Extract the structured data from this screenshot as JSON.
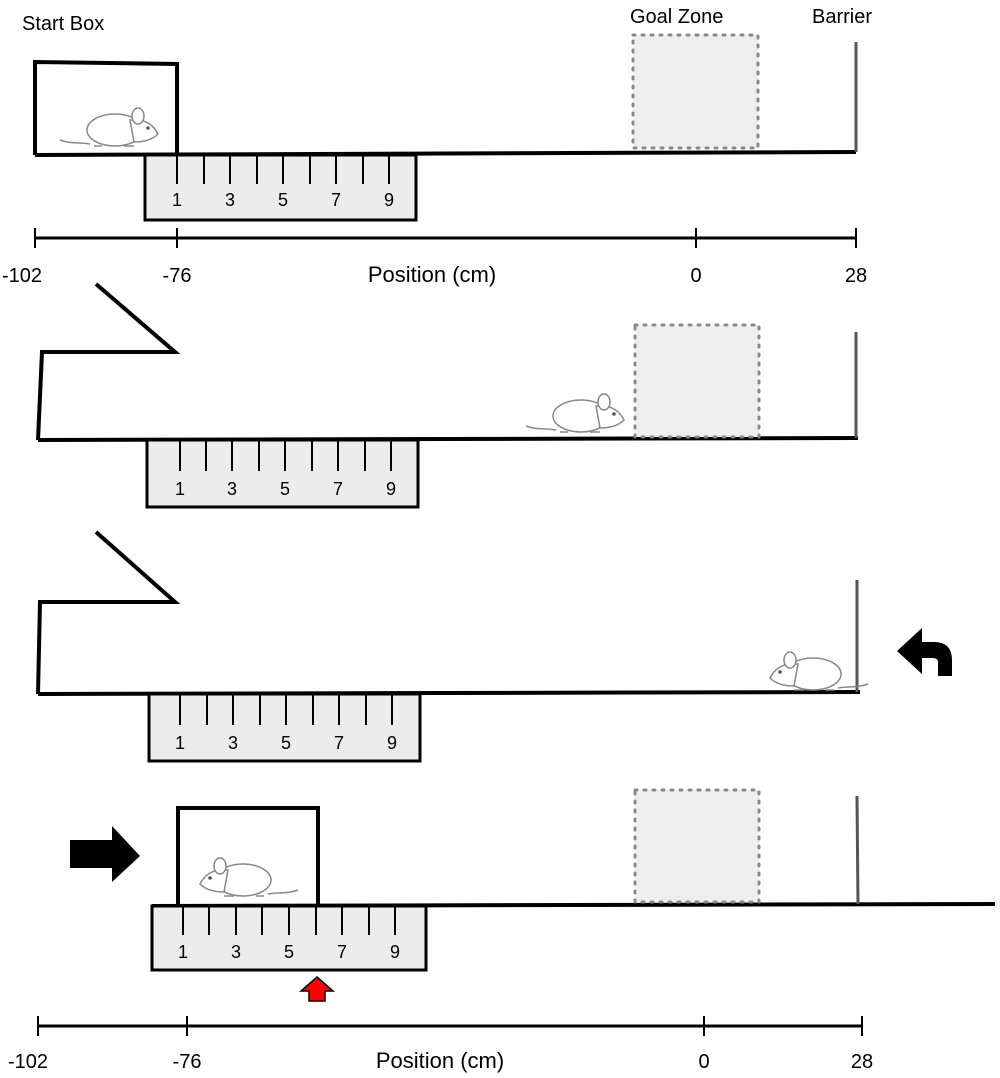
{
  "labels": {
    "start_box": "Start Box",
    "goal_zone": "Goal Zone",
    "barrier": "Barrier",
    "axis_title": "Position (cm)"
  },
  "axis": {
    "ticks": [
      "-102",
      "-76",
      "0",
      "28"
    ]
  },
  "ruler": {
    "numbers": [
      "1",
      "3",
      "5",
      "7",
      "9"
    ]
  },
  "colors": {
    "line": "#000000",
    "ruler_fill": "#ececec",
    "goal_fill": "#eeeeee",
    "goal_dots": "#888888",
    "barrier": "#555555",
    "mouse_fill": "#ffffff",
    "mouse_stroke": "#888888",
    "marker_arrow": "#ff0000",
    "direction_arrow": "#000000"
  },
  "icons": {
    "mouse": "mouse-icon",
    "turn_back_arrow": "curved-arrow-left-icon",
    "move_right_arrow": "arrow-right-icon",
    "marker": "red-up-arrow-icon"
  }
}
